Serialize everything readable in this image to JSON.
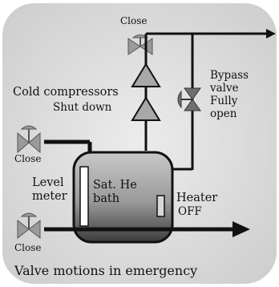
{
  "colors": {
    "background": "#dcdcdc",
    "line": "#111111",
    "valve": "#8a8a8a",
    "vessel_top": "#bcbcbc",
    "vessel_bottom": "#4a4a4a"
  },
  "labels": {
    "close_top": "Close",
    "cold_compressors": "Cold compressors",
    "shut_down": "Shut down",
    "bypass": "Bypass",
    "valve": "valve",
    "fully": "Fully",
    "open": "open",
    "close_left": "Close",
    "close_bottom": "Close",
    "level": "Level",
    "meter": "meter",
    "sat_he": "Sat. He",
    "bath": "bath",
    "heater": "Heater",
    "heater_state": "OFF",
    "caption": "Valve motions in emergency"
  },
  "icons": [
    "valve-icon",
    "compressor-icon",
    "heater-icon",
    "level-meter-icon",
    "arrow-icon"
  ]
}
